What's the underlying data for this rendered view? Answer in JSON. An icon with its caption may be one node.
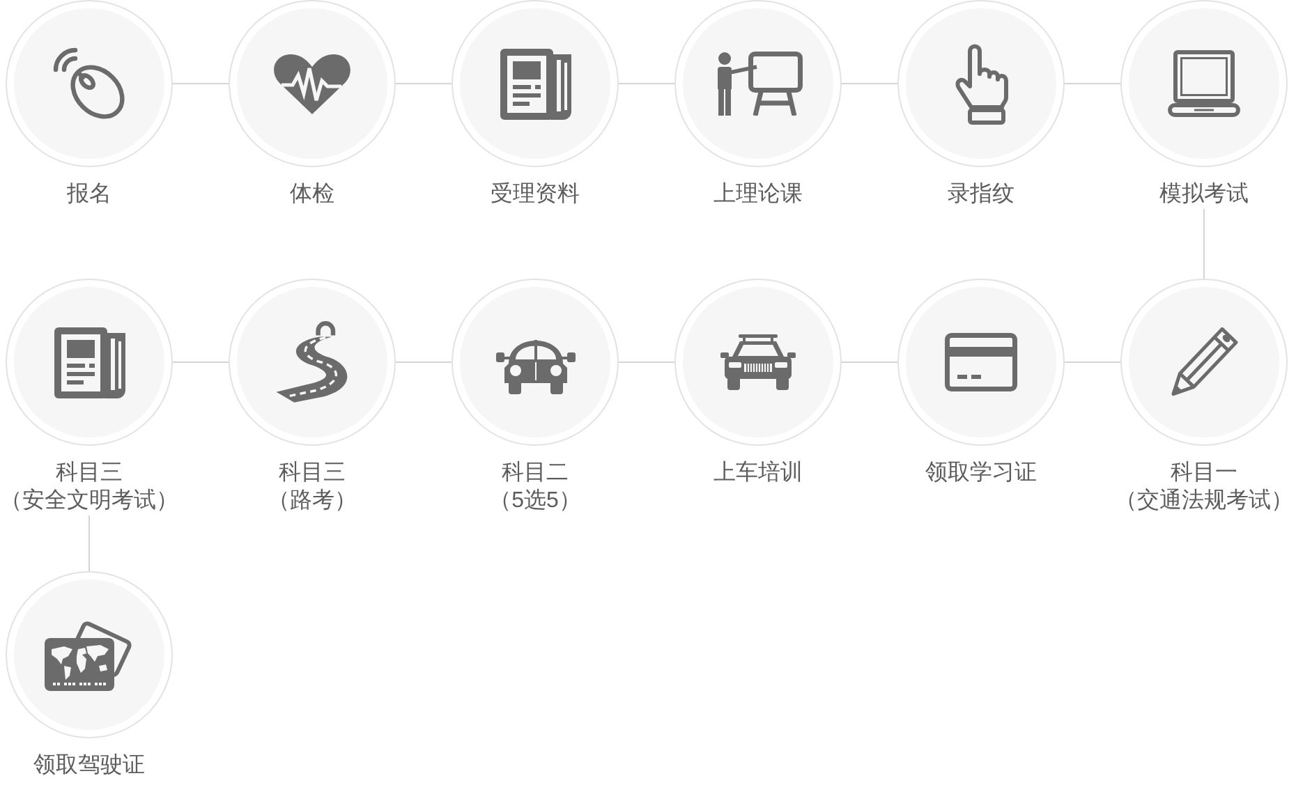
{
  "diagram": {
    "nodes": [
      {
        "text": [
          "报名"
        ]
      },
      {
        "text": [
          "体检"
        ]
      },
      {
        "text": [
          "受理资料"
        ]
      },
      {
        "text": [
          "上理论课"
        ]
      },
      {
        "text": [
          "录指纹"
        ]
      },
      {
        "text": [
          "模拟考试"
        ]
      },
      {
        "text": [
          "科目三（安全文明考试）"
        ]
      },
      {
        "text": [
          "科目三（路考）"
        ]
      },
      {
        "text": [
          "科目二（5选5）"
        ]
      },
      {
        "text": [
          "上车培训"
        ]
      },
      {
        "text": [
          "领取学习证"
        ]
      },
      {
        "text": [
          "科目一（交通法规考试）"
        ]
      },
      {
        "text": [
          "领取驾驶证"
        ]
      }
    ],
    "edges": [
      {
        "from": 0,
        "to": 1,
        "arrow": "none"
      },
      {
        "from": 1,
        "to": 2,
        "arrow": "none"
      },
      {
        "from": 2,
        "to": 3,
        "arrow": "none"
      },
      {
        "from": 3,
        "to": 4,
        "arrow": "none"
      },
      {
        "from": 4,
        "to": 5,
        "arrow": "none"
      },
      {
        "from": 5,
        "to": 11,
        "arrow": "none"
      },
      {
        "from": 11,
        "to": 10,
        "arrow": "none"
      },
      {
        "from": 10,
        "to": 9,
        "arrow": "none"
      },
      {
        "from": 9,
        "to": 8,
        "arrow": "none"
      },
      {
        "from": 8,
        "to": 7,
        "arrow": "none"
      },
      {
        "from": 7,
        "to": 6,
        "arrow": "none"
      },
      {
        "from": 6,
        "to": 12,
        "arrow": "none"
      }
    ]
  }
}
